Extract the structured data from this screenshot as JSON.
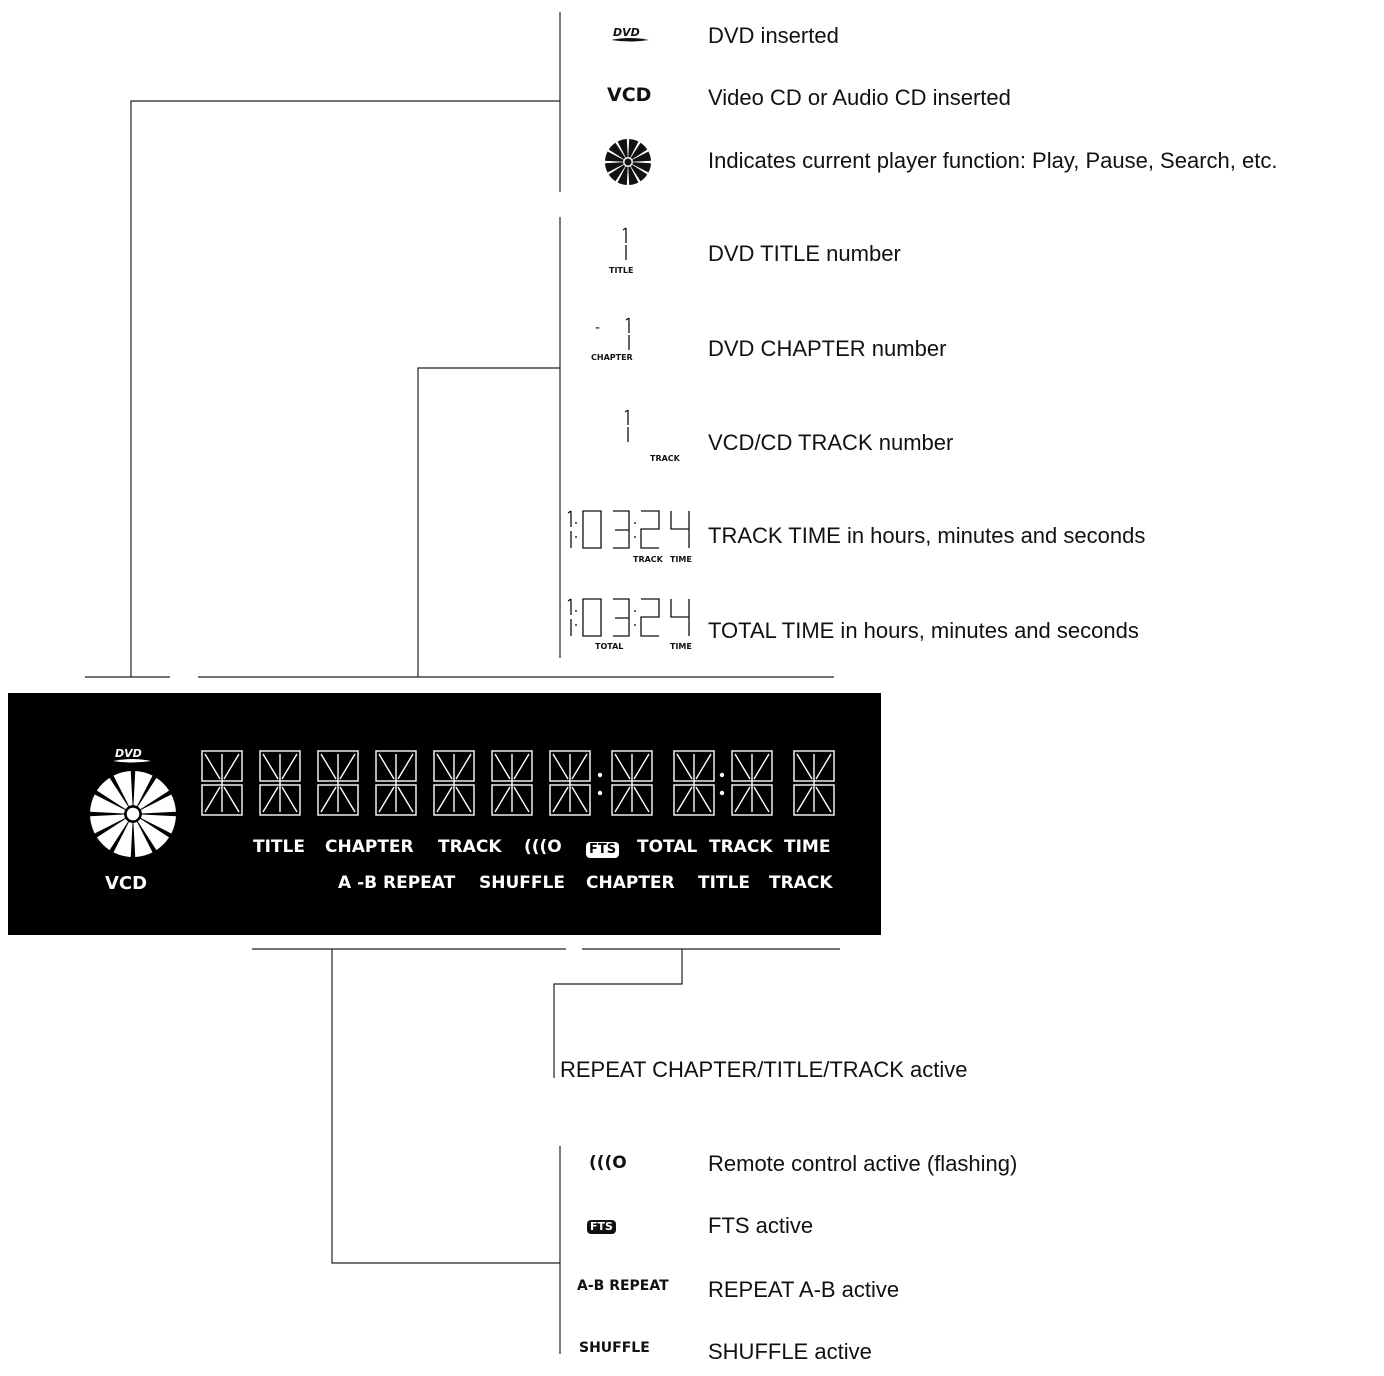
{
  "legend_top": [
    {
      "icon": "dvd-logo-icon",
      "text": "DVD inserted"
    },
    {
      "icon": "vcd-text-icon",
      "text": "Video CD or Audio CD inserted"
    },
    {
      "icon": "disc-wheel-icon",
      "text": "Indicates current player function: Play, Pause, Search, etc."
    },
    {
      "icon": "title-number-icon",
      "text": "DVD TITLE number"
    },
    {
      "icon": "chapter-number-icon",
      "text": "DVD CHAPTER number"
    },
    {
      "icon": "track-number-icon",
      "text": "VCD/CD TRACK number"
    },
    {
      "icon": "track-time-icon",
      "text": "TRACK TIME in hours, minutes and seconds"
    },
    {
      "icon": "total-time-icon",
      "text": "TOTAL TIME in hours, minutes and seconds"
    }
  ],
  "icon_text": {
    "vcd": "VCD",
    "digit_one": "1",
    "dash": "-",
    "title_sub": "TITLE",
    "chapter_sub": "CHAPTER",
    "track_sub": "TRACK",
    "time_sub": "TIME",
    "total_sub": "TOTAL",
    "time_value": "1:03:24",
    "remote": "(((O",
    "fts": "FTS",
    "ab_repeat": "A-B REPEAT",
    "shuffle": "SHUFFLE"
  },
  "display": {
    "vcd": "VCD",
    "row1": [
      "TITLE",
      "CHAPTER",
      "TRACK",
      "(((O",
      "FTS",
      "TOTAL",
      "TRACK",
      "TIME"
    ],
    "row2": [
      "A -B REPEAT",
      "SHUFFLE",
      "CHAPTER",
      "TITLE",
      "TRACK"
    ]
  },
  "repeat_label": "REPEAT CHAPTER/TITLE/TRACK active",
  "legend_bottom": [
    {
      "icon": "remote-icon",
      "text": "Remote control active (flashing)"
    },
    {
      "icon": "fts-icon",
      "text": "FTS active"
    },
    {
      "icon": "ab-repeat-icon",
      "text": "REPEAT A-B active"
    },
    {
      "icon": "shuffle-icon",
      "text": "SHUFFLE active"
    }
  ]
}
